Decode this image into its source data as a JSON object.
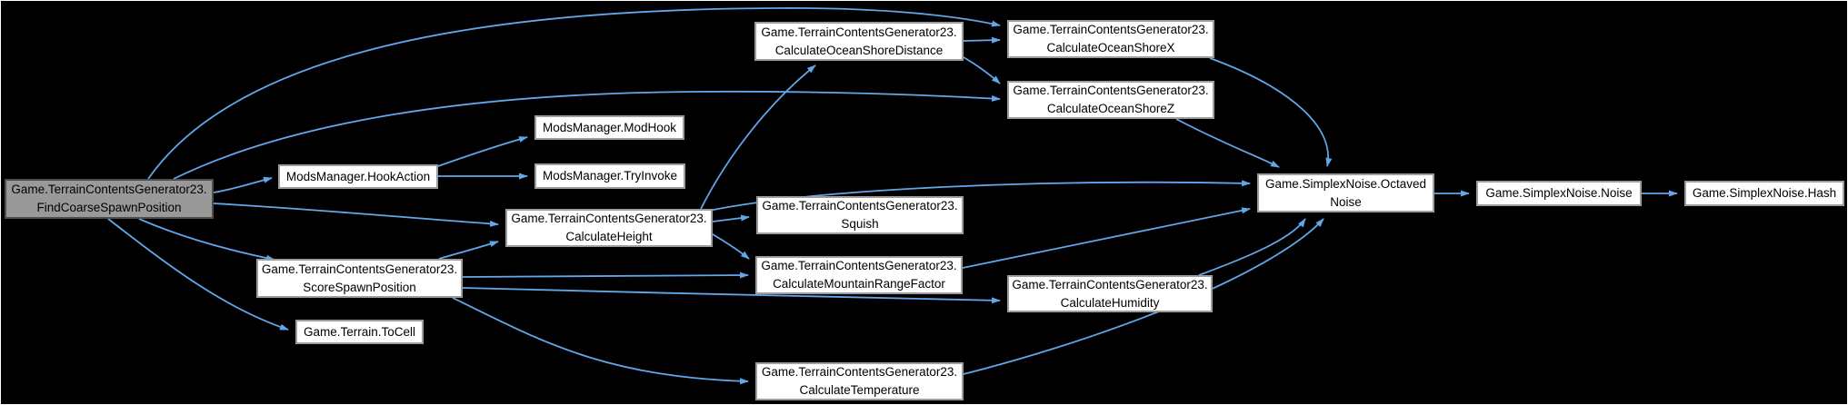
{
  "diagram": {
    "title": "Call graph for Game.TerrainContentsGenerator23.FindCoarseSpawnPosition",
    "type": "call-graph",
    "colors": {
      "background": "#000000",
      "edge": "#61a7ea",
      "node_fill": "#ffffff",
      "node_border": "#9d9d9d",
      "highlight_fill": "#999999",
      "highlight_border": "#4e4e4e",
      "text": "#000000"
    },
    "nodes": [
      {
        "id": "find_coarse",
        "label": "Game.TerrainContentsGenerator23.\nFindCoarseSpawnPosition",
        "highlighted": true
      },
      {
        "id": "hook_action",
        "label": "ModsManager.HookAction",
        "highlighted": false
      },
      {
        "id": "mod_hook",
        "label": "ModsManager.ModHook",
        "highlighted": false
      },
      {
        "id": "try_invoke",
        "label": "ModsManager.TryInvoke",
        "highlighted": false
      },
      {
        "id": "ocean_shore_distance",
        "label": "Game.TerrainContentsGenerator23.\nCalculateOceanShoreDistance",
        "highlighted": false
      },
      {
        "id": "ocean_shore_x",
        "label": "Game.TerrainContentsGenerator23.\nCalculateOceanShoreX",
        "highlighted": false
      },
      {
        "id": "ocean_shore_z",
        "label": "Game.TerrainContentsGenerator23.\nCalculateOceanShoreZ",
        "highlighted": false
      },
      {
        "id": "calculate_height",
        "label": "Game.TerrainContentsGenerator23.\nCalculateHeight",
        "highlighted": false
      },
      {
        "id": "squish",
        "label": "Game.TerrainContentsGenerator23.\nSquish",
        "highlighted": false
      },
      {
        "id": "mountain_range_factor",
        "label": "Game.TerrainContentsGenerator23.\nCalculateMountainRangeFactor",
        "highlighted": false
      },
      {
        "id": "score_spawn",
        "label": "Game.TerrainContentsGenerator23.\nScoreSpawnPosition",
        "highlighted": false
      },
      {
        "id": "humidity",
        "label": "Game.TerrainContentsGenerator23.\nCalculateHumidity",
        "highlighted": false
      },
      {
        "id": "to_cell",
        "label": "Game.Terrain.ToCell",
        "highlighted": false
      },
      {
        "id": "temperature",
        "label": "Game.TerrainContentsGenerator23.\nCalculateTemperature",
        "highlighted": false
      },
      {
        "id": "octaved_noise",
        "label": "Game.SimplexNoise.Octaved\nNoise",
        "highlighted": false
      },
      {
        "id": "noise",
        "label": "Game.SimplexNoise.Noise",
        "highlighted": false
      },
      {
        "id": "hash",
        "label": "Game.SimplexNoise.Hash",
        "highlighted": false
      }
    ],
    "edges": [
      {
        "from": "find_coarse",
        "to": "hook_action"
      },
      {
        "from": "find_coarse",
        "to": "ocean_shore_x"
      },
      {
        "from": "find_coarse",
        "to": "ocean_shore_z"
      },
      {
        "from": "find_coarse",
        "to": "calculate_height"
      },
      {
        "from": "find_coarse",
        "to": "score_spawn"
      },
      {
        "from": "find_coarse",
        "to": "to_cell"
      },
      {
        "from": "hook_action",
        "to": "mod_hook"
      },
      {
        "from": "hook_action",
        "to": "try_invoke"
      },
      {
        "from": "ocean_shore_distance",
        "to": "ocean_shore_x"
      },
      {
        "from": "ocean_shore_distance",
        "to": "ocean_shore_z"
      },
      {
        "from": "calculate_height",
        "to": "ocean_shore_distance"
      },
      {
        "from": "calculate_height",
        "to": "squish"
      },
      {
        "from": "calculate_height",
        "to": "mountain_range_factor"
      },
      {
        "from": "calculate_height",
        "to": "octaved_noise"
      },
      {
        "from": "score_spawn",
        "to": "calculate_height"
      },
      {
        "from": "score_spawn",
        "to": "mountain_range_factor"
      },
      {
        "from": "score_spawn",
        "to": "humidity"
      },
      {
        "from": "score_spawn",
        "to": "temperature"
      },
      {
        "from": "ocean_shore_x",
        "to": "octaved_noise"
      },
      {
        "from": "ocean_shore_z",
        "to": "octaved_noise"
      },
      {
        "from": "mountain_range_factor",
        "to": "octaved_noise"
      },
      {
        "from": "humidity",
        "to": "octaved_noise"
      },
      {
        "from": "temperature",
        "to": "octaved_noise"
      },
      {
        "from": "octaved_noise",
        "to": "noise"
      },
      {
        "from": "noise",
        "to": "hash"
      }
    ]
  }
}
